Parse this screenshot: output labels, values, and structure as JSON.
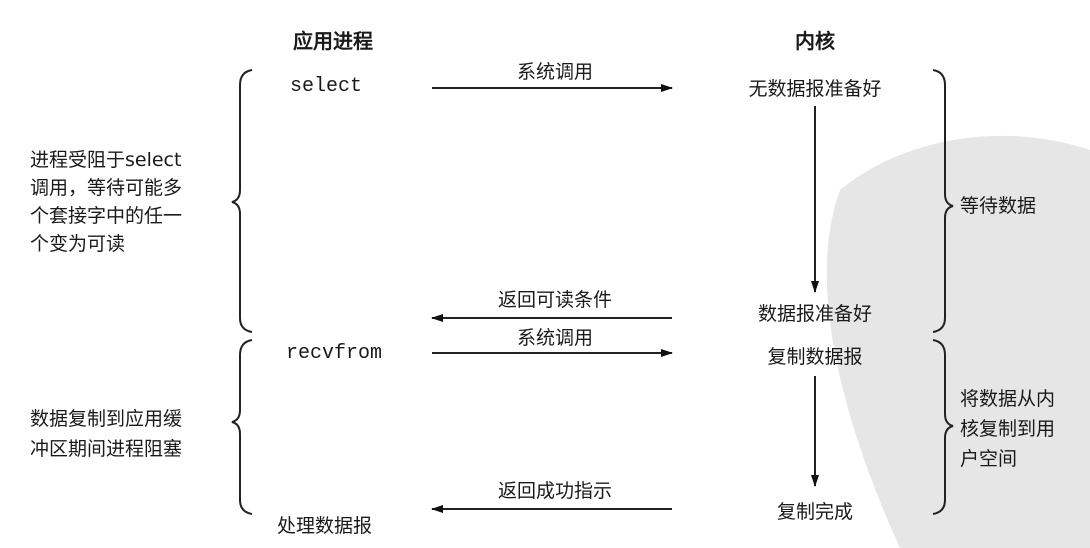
{
  "headers": {
    "app": "应用进程",
    "kernel": "内核"
  },
  "app_steps": {
    "select": "select",
    "recvfrom": "recvfrom",
    "process": "处理数据报"
  },
  "kernel_steps": {
    "no_data": "无数据报准备好",
    "data_ready": "数据报准备好",
    "copy": "复制数据报",
    "copy_done": "复制完成"
  },
  "arrows": {
    "syscall1": "系统调用",
    "return_readable": "返回可读条件",
    "syscall2": "系统调用",
    "return_ok": "返回成功指示"
  },
  "left_notes": {
    "blocked_select": [
      "进程受阻于select",
      "调用，等待可能多",
      "个套接字中的任一",
      "个变为可读"
    ],
    "blocked_copy": [
      "数据复制到应用缓",
      "冲区期间进程阻塞"
    ]
  },
  "right_notes": {
    "wait": "等待数据",
    "copy": [
      "将数据从内",
      "核复制到用",
      "户空间"
    ]
  }
}
